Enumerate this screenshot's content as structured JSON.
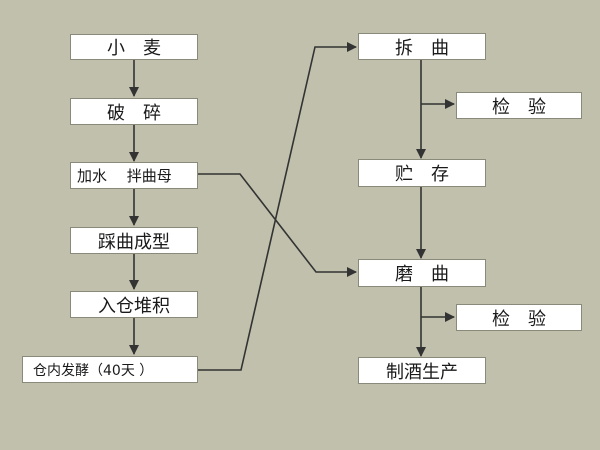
{
  "flow": {
    "nodes": {
      "wheat": "小　麦",
      "crush": "破　碎",
      "mix": "加水　 拌曲母",
      "press": "踩曲成型",
      "stack": "入仓堆积",
      "ferment": "仓内发酵（40天 ）",
      "unpack": "拆　曲",
      "inspect1": "检　验",
      "store": "贮　存",
      "grind": "磨　曲",
      "inspect2": "检　验",
      "produce": "制酒生产"
    }
  },
  "colors": {
    "background": "#c1c0ac",
    "box": "#ffffff",
    "line": "#333333"
  }
}
